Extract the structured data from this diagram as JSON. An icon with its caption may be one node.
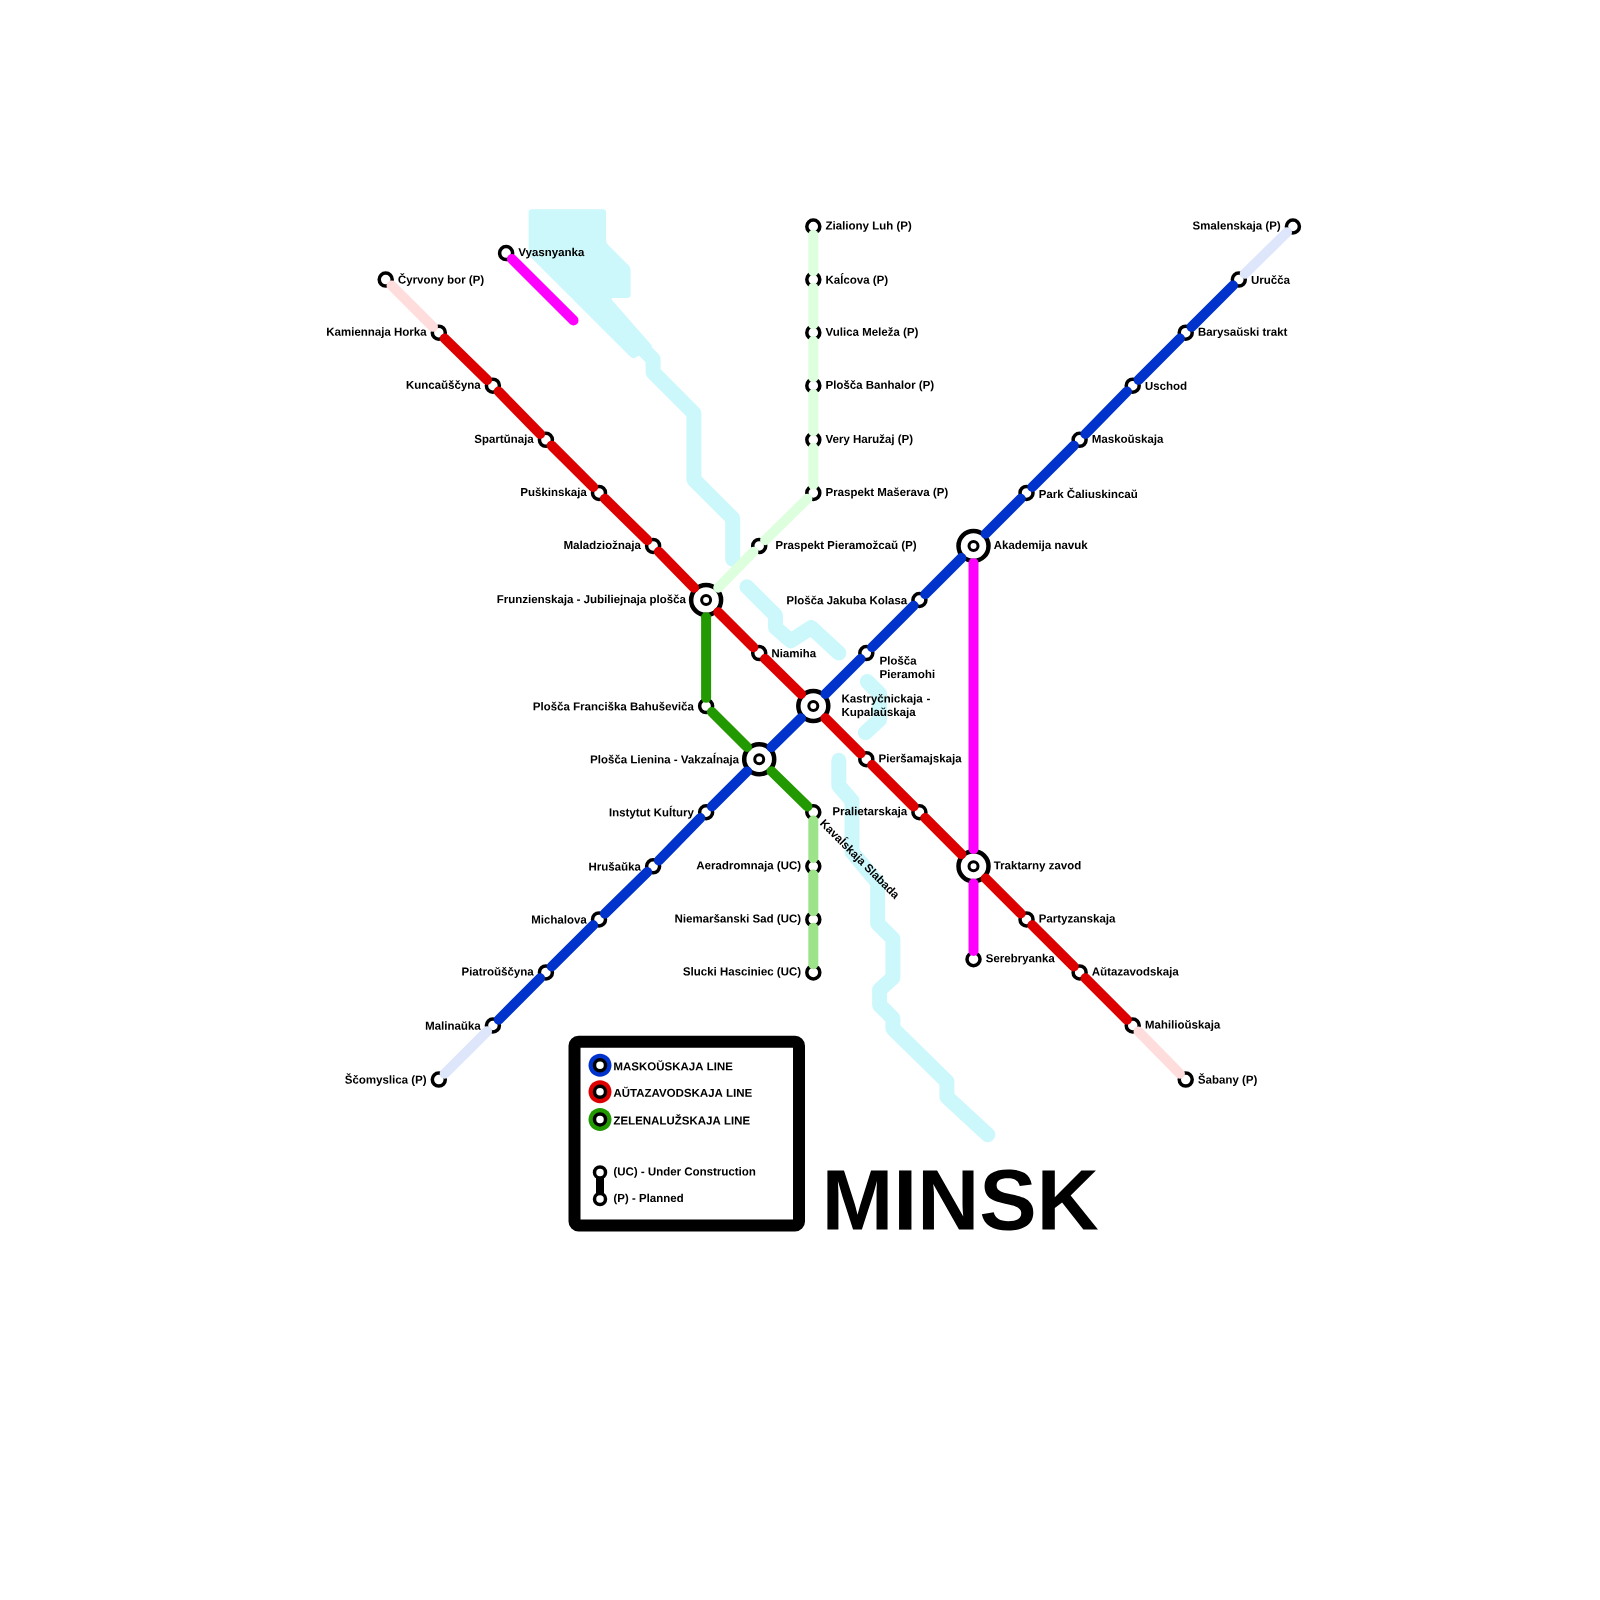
{
  "diagram": {
    "title": "MINSK",
    "nodes": [
      {
        "text": [
          "Zialiony Luh (P)"
        ]
      },
      {
        "text": [
          "Smalenskaja (P)"
        ]
      },
      {
        "text": [
          "Vyasnyanka"
        ]
      },
      {
        "text": [
          "Čyrvony bor (P)"
        ]
      },
      {
        "text": [
          "Kaĺcova (P)"
        ]
      },
      {
        "text": [
          "Uručča"
        ]
      },
      {
        "text": [
          "Kamiennaja Horka"
        ]
      },
      {
        "text": [
          "Vulica Meleža (P)"
        ]
      },
      {
        "text": [
          "Barysaŭski trakt"
        ]
      },
      {
        "text": [
          "Kuncaŭščyna"
        ]
      },
      {
        "text": [
          "Plošča Banhalor (P)"
        ]
      },
      {
        "text": [
          "Uschod"
        ]
      },
      {
        "text": [
          "Spartŭnaja"
        ]
      },
      {
        "text": [
          "Very Haružaj (P)"
        ]
      },
      {
        "text": [
          "Maskoŭskaja"
        ]
      },
      {
        "text": [
          "Puškinskaja"
        ]
      },
      {
        "text": [
          "Praspekt Mašerava (P)"
        ]
      },
      {
        "text": [
          "Park Čaliuskincaŭ"
        ]
      },
      {
        "text": [
          "Maladziožnaja"
        ]
      },
      {
        "text": [
          "Praspekt Pieramožcaŭ (P)"
        ]
      },
      {
        "text": [
          "Akademija navuk"
        ]
      },
      {
        "text": [
          "Frunzienskaja - Jubiliejnaja plošča"
        ]
      },
      {
        "text": [
          "Plošča Jakuba Kolasa"
        ]
      },
      {
        "text": [
          "Niamiha"
        ]
      },
      {
        "text": [
          "Plošča Pieramohi"
        ]
      },
      {
        "text": [
          "Plošča Franciška Bahuševiča"
        ]
      },
      {
        "text": [
          "Kastryčnickaja - Kupalaŭskaja"
        ]
      },
      {
        "text": [
          "Plošča Lienina - Vakzaĺnaja"
        ]
      },
      {
        "text": [
          "Pieršamajskaja"
        ]
      },
      {
        "text": [
          "Instytut Kuĺtury"
        ]
      },
      {
        "text": [
          "Kavaĺskaja Slabada"
        ]
      },
      {
        "text": [
          "Pralietarskaja"
        ]
      },
      {
        "text": [
          "Hrušaŭka"
        ]
      },
      {
        "text": [
          "Aeradromnaja (UC)"
        ]
      },
      {
        "text": [
          "Traktarny zavod"
        ]
      },
      {
        "text": [
          "Michalova"
        ]
      },
      {
        "text": [
          "Niemaršanski Sad (UC)"
        ]
      },
      {
        "text": [
          "Partyzanskaja"
        ]
      },
      {
        "text": [
          "Serebryanka"
        ]
      },
      {
        "text": [
          "Piatroŭščyna"
        ]
      },
      {
        "text": [
          "Slucki Hasciniec (UC)"
        ]
      },
      {
        "text": [
          "Aŭtazavodskaja"
        ]
      },
      {
        "text": [
          "Malinaŭka"
        ]
      },
      {
        "text": [
          "Mahilioŭskaja"
        ]
      },
      {
        "text": [
          "Ščomyslica (P)"
        ]
      },
      {
        "text": [
          "Šabany (P)"
        ]
      }
    ],
    "edges": [
      {
        "from": 3,
        "to": 6,
        "arrow": "none",
        "color": "#ffdddd"
      },
      {
        "from": 6,
        "to": 9,
        "arrow": "none",
        "color": "#dd0000"
      },
      {
        "from": 9,
        "to": 12,
        "arrow": "none",
        "color": "#dd0000"
      },
      {
        "from": 12,
        "to": 15,
        "arrow": "none",
        "color": "#dd0000"
      },
      {
        "from": 15,
        "to": 18,
        "arrow": "none",
        "color": "#dd0000"
      },
      {
        "from": 18,
        "to": 21,
        "arrow": "none",
        "color": "#dd0000"
      },
      {
        "from": 21,
        "to": 23,
        "arrow": "none",
        "color": "#dd0000"
      },
      {
        "from": 23,
        "to": 26,
        "arrow": "none",
        "color": "#dd0000"
      },
      {
        "from": 26,
        "to": 28,
        "arrow": "none",
        "color": "#dd0000"
      },
      {
        "from": 28,
        "to": 31,
        "arrow": "none",
        "color": "#dd0000"
      },
      {
        "from": 31,
        "to": 34,
        "arrow": "none",
        "color": "#dd0000"
      },
      {
        "from": 34,
        "to": 37,
        "arrow": "none",
        "color": "#dd0000"
      },
      {
        "from": 37,
        "to": 41,
        "arrow": "none",
        "color": "#dd0000"
      },
      {
        "from": 41,
        "to": 43,
        "arrow": "none",
        "color": "#dd0000"
      },
      {
        "from": 43,
        "to": 45,
        "arrow": "none",
        "color": "#ffdddd"
      },
      {
        "from": 1,
        "to": 5,
        "arrow": "none",
        "color": "#dde6fa"
      },
      {
        "from": 5,
        "to": 8,
        "arrow": "none",
        "color": "#0033cc"
      },
      {
        "from": 8,
        "to": 11,
        "arrow": "none",
        "color": "#0033cc"
      },
      {
        "from": 11,
        "to": 14,
        "arrow": "none",
        "color": "#0033cc"
      },
      {
        "from": 14,
        "to": 17,
        "arrow": "none",
        "color": "#0033cc"
      },
      {
        "from": 17,
        "to": 20,
        "arrow": "none",
        "color": "#0033cc"
      },
      {
        "from": 20,
        "to": 22,
        "arrow": "none",
        "color": "#0033cc"
      },
      {
        "from": 22,
        "to": 24,
        "arrow": "none",
        "color": "#0033cc"
      },
      {
        "from": 24,
        "to": 26,
        "arrow": "none",
        "color": "#0033cc"
      },
      {
        "from": 26,
        "to": 27,
        "arrow": "none",
        "color": "#0033cc"
      },
      {
        "from": 27,
        "to": 29,
        "arrow": "none",
        "color": "#0033cc"
      },
      {
        "from": 29,
        "to": 32,
        "arrow": "none",
        "color": "#0033cc"
      },
      {
        "from": 32,
        "to": 35,
        "arrow": "none",
        "color": "#0033cc"
      },
      {
        "from": 35,
        "to": 39,
        "arrow": "none",
        "color": "#0033cc"
      },
      {
        "from": 39,
        "to": 42,
        "arrow": "none",
        "color": "#0033cc"
      },
      {
        "from": 42,
        "to": 44,
        "arrow": "none",
        "color": "#dde6fa"
      },
      {
        "from": 0,
        "to": 4,
        "arrow": "none",
        "color": "#ddffdd"
      },
      {
        "from": 4,
        "to": 7,
        "arrow": "none",
        "color": "#ddffdd"
      },
      {
        "from": 7,
        "to": 10,
        "arrow": "none",
        "color": "#ddffdd"
      },
      {
        "from": 10,
        "to": 13,
        "arrow": "none",
        "color": "#ddffdd"
      },
      {
        "from": 13,
        "to": 16,
        "arrow": "none",
        "color": "#ddffdd"
      },
      {
        "from": 16,
        "to": 19,
        "arrow": "none",
        "color": "#ddffdd"
      },
      {
        "from": 19,
        "to": 21,
        "arrow": "none",
        "color": "#ddffdd"
      },
      {
        "from": 21,
        "to": 25,
        "arrow": "none",
        "color": "#229900"
      },
      {
        "from": 25,
        "to": 27,
        "arrow": "none",
        "color": "#229900"
      },
      {
        "from": 27,
        "to": 30,
        "arrow": "none",
        "color": "#229900"
      },
      {
        "from": 30,
        "to": 33,
        "arrow": "none",
        "color": "#9de38a"
      },
      {
        "from": 33,
        "to": 36,
        "arrow": "none",
        "color": "#9de38a"
      },
      {
        "from": 36,
        "to": 40,
        "arrow": "none",
        "color": "#9de38a"
      },
      {
        "from": 2,
        "to": null,
        "arrow": "none",
        "color": "#ff00ff"
      },
      {
        "from": 20,
        "to": 34,
        "arrow": "none",
        "color": "#ff00ff"
      },
      {
        "from": 34,
        "to": 38,
        "arrow": "none",
        "color": "#ff00ff"
      }
    ],
    "legend": [
      {
        "text": "MASKOŬSKAJA LINE",
        "color": "#0033cc"
      },
      {
        "text": "AŬTAZAVODSKAJA LINE",
        "color": "#dd0000"
      },
      {
        "text": "ZELENALUŽSKAJA LINE",
        "color": "#229900"
      },
      {
        "text": "(UC) - Under Construction"
      },
      {
        "text": "(P) - Planned"
      }
    ]
  }
}
